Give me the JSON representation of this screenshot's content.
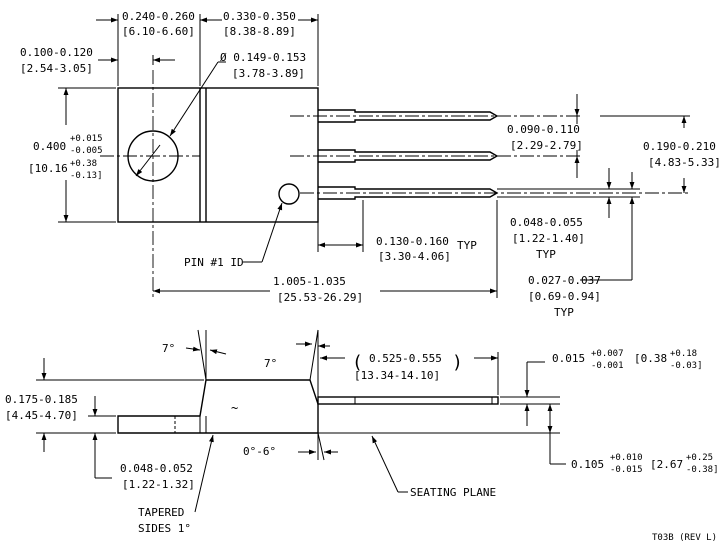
{
  "top_view": {
    "dim_body_width": {
      "in": "0.240-0.260",
      "mm": "[6.10-6.60]"
    },
    "dim_tab_width": {
      "in": "0.330-0.350",
      "mm": "[8.38-8.89]"
    },
    "dim_hole_offset": {
      "in": "0.100-0.120",
      "mm": "[2.54-3.05]"
    },
    "dim_hole_dia": {
      "in": "Ø 0.149-0.153",
      "mm": "[3.78-3.89]"
    },
    "dim_height": {
      "in": "0.400",
      "tol_plus": "+0.015",
      "tol_minus": "-0.005",
      "mm": "[10.16",
      "mm_tol_plus": "+0.38",
      "mm_tol_minus": "-0.13]"
    },
    "dim_pitch": {
      "in": "0.090-0.110",
      "mm": "[2.29-2.79]"
    },
    "dim_span": {
      "in": "0.190-0.210",
      "mm": "[4.83-5.33]"
    },
    "dim_lead_width": {
      "in": "0.048-0.055",
      "mm": "[1.22-1.40]",
      "note": "TYP"
    },
    "dim_lead_shoulder": {
      "in": "0.130-0.160",
      "typ": "TYP",
      "mm": "[3.30-4.06]"
    },
    "dim_lead_thick": {
      "in": "0.027-0.037",
      "mm": "[0.69-0.94]",
      "note": "TYP"
    },
    "pin_label": "PIN #1 ID",
    "dim_overall": {
      "in": "1.005-1.035",
      "mm": "[25.53-26.29]"
    }
  },
  "side_view": {
    "angle_left": "7°",
    "angle_right": "7°",
    "dim_lead_len": {
      "open": "(",
      "in": "0.525-0.555",
      "close": ")",
      "mm": "[13.34-14.10]"
    },
    "dim_tab_thick": {
      "in": "0.015",
      "tol_plus": "+0.007",
      "tol_minus": "-0.001",
      "mm": "[0.38",
      "mm_tol_plus": "+0.18",
      "mm_tol_minus": "-0.03]"
    },
    "dim_body_thick": {
      "in": "0.175-0.185",
      "mm": "[4.45-4.70]"
    },
    "dim_flange_thick": {
      "in": "0.048-0.052",
      "mm": "[1.22-1.32]"
    },
    "angle_bottom": "0°-6°",
    "dim_standoff": {
      "in": "0.105",
      "tol_plus": "+0.010",
      "tol_minus": "-0.015",
      "mm": "[2.67",
      "mm_tol_plus": "+0.25",
      "mm_tol_minus": "-0.38]"
    },
    "seating_plane": "SEATING PLANE",
    "tapered_1": "TAPERED",
    "tapered_2": "SIDES 1°"
  },
  "revision": "T03B (REV L)"
}
